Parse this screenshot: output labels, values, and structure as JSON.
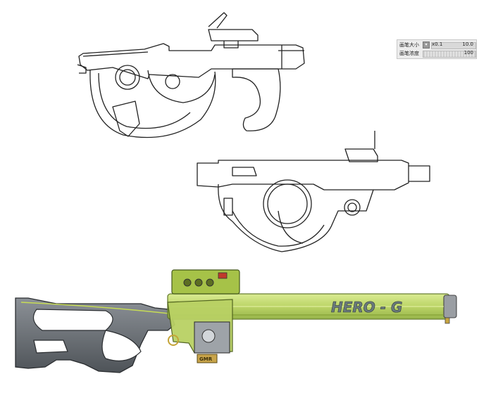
{
  "brush_panel": {
    "size_label": "画笔大小",
    "size_multiplier": "x0.1",
    "size_value": "10.0",
    "density_label": "画笔浓度",
    "density_value": "100"
  },
  "artwork": {
    "decal_text": "HERO - G",
    "grip_badge": "GMR",
    "accent_green": "#a8c84a",
    "stock_gray": "#6d7278"
  }
}
